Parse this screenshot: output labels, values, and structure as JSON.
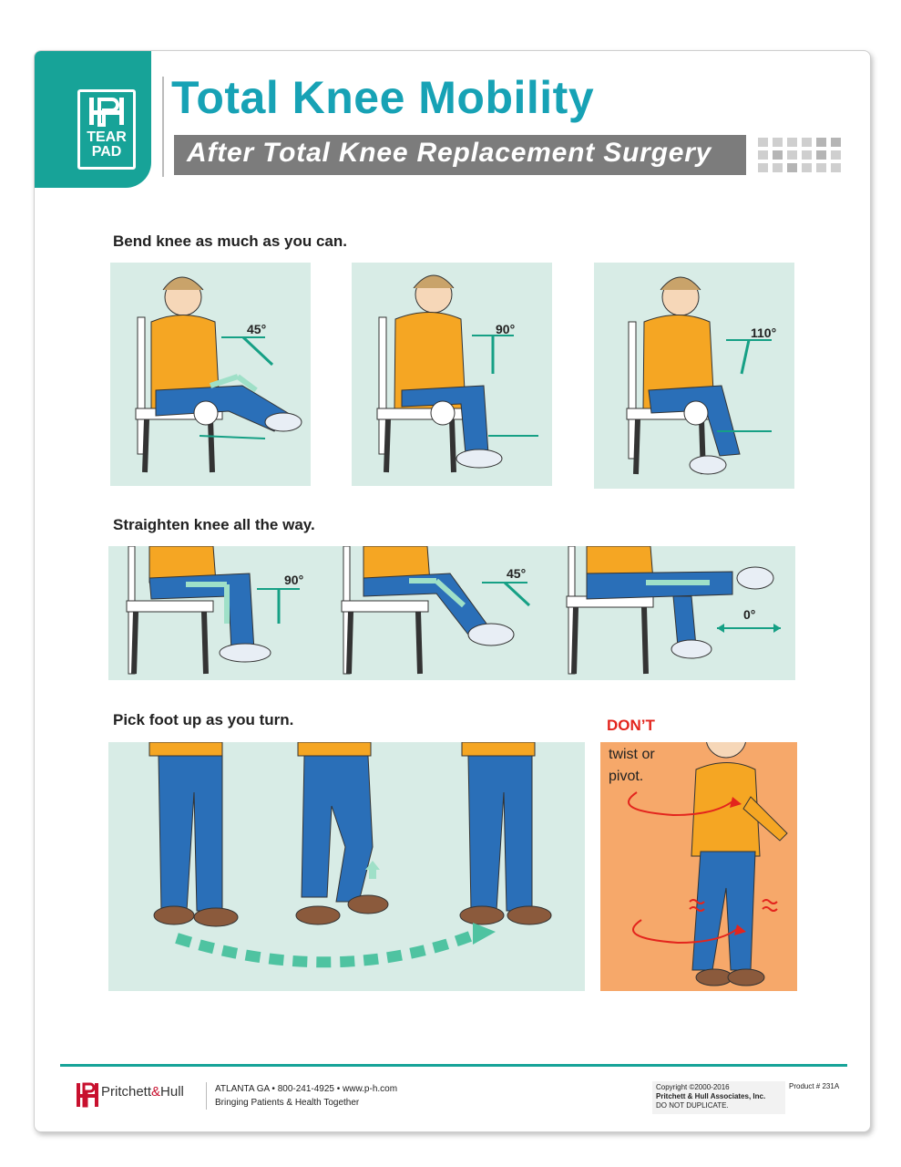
{
  "header": {
    "logo": {
      "line1": "TEAR",
      "line2": "PAD"
    },
    "title": "Total Knee Mobility",
    "subtitle": "After Total Knee Replacement Surgery"
  },
  "sections": [
    {
      "heading": "Bend knee as much as you can.",
      "panels": [
        {
          "angle": "45°"
        },
        {
          "angle": "90°"
        },
        {
          "angle": "110°"
        }
      ]
    },
    {
      "heading": "Straighten knee all the way.",
      "panels": [
        {
          "angle": "90°"
        },
        {
          "angle": "45°"
        },
        {
          "angle": "0°"
        }
      ]
    },
    {
      "heading": "Pick foot up as you turn.",
      "warning": {
        "title": "DON’T",
        "text": "twist or pivot."
      }
    }
  ],
  "footer": {
    "brand_a": "Pritchett",
    "brand_amp": "&",
    "brand_b": "Hull",
    "contact": "ATLANTA  GA  •  800-241-4925  •  www.p-h.com",
    "tagline": "Bringing Patients & Health Together",
    "copyright": "Copyright ©2000-2016",
    "company": "Pritchett & Hull Associates, Inc.",
    "notice": "DO NOT DUPLICATE.",
    "product": "Product # 231A"
  },
  "colors": {
    "brand_teal": "#17a398",
    "title_blue": "#17a2b5",
    "panel_mint": "#d8ece6",
    "warning_orange": "#f6a86a",
    "warning_red": "#e3251d",
    "shirt": "#f5a623",
    "jeans": "#2a6fb8"
  }
}
